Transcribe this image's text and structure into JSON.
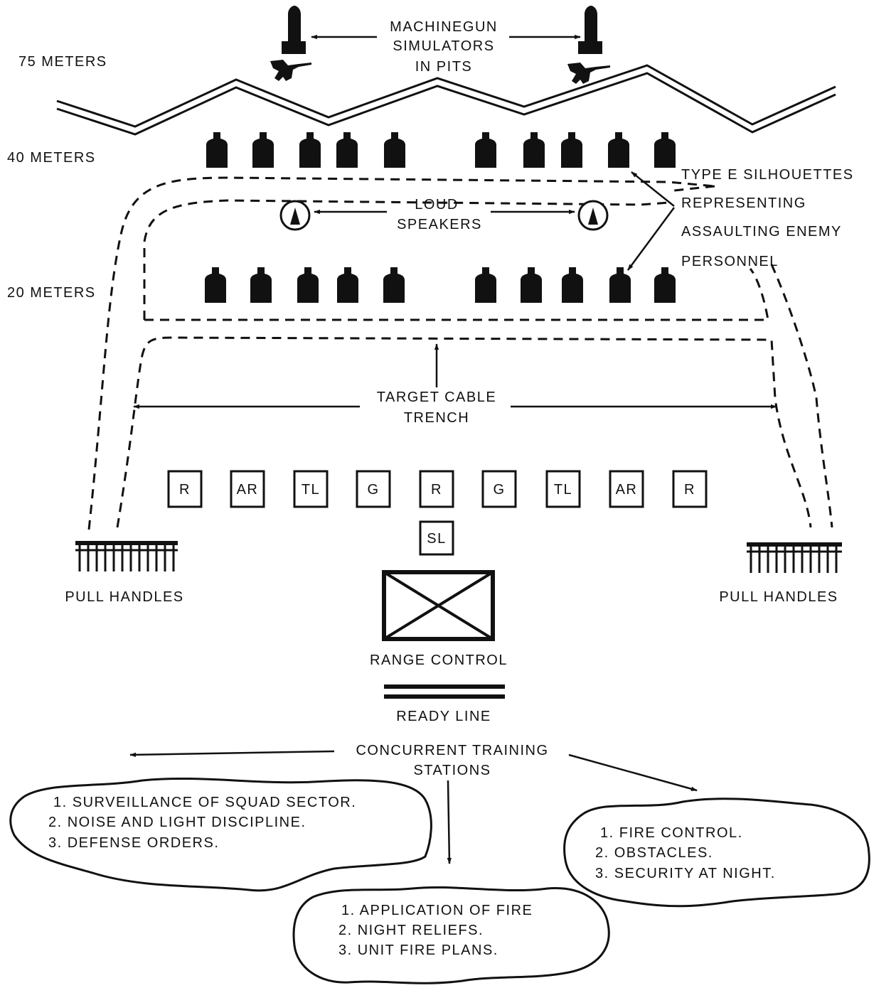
{
  "distances": {
    "d75": "75 METERS",
    "d40": "40 METERS",
    "d20": "20 METERS"
  },
  "machinegun": {
    "line1": "MACHINEGUN",
    "line2": "SIMULATORS",
    "line3": "IN PITS"
  },
  "silhouettes": {
    "line1": "TYPE E SILHOUETTES",
    "line2": "REPRESENTING",
    "line3": "ASSAULTING ENEMY",
    "line4": "PERSONNEL"
  },
  "speakers": {
    "line1": "LOUD",
    "line2": "SPEAKERS"
  },
  "cable": {
    "line1": "TARGET CABLE",
    "line2": "TRENCH"
  },
  "positions": [
    "R",
    "AR",
    "TL",
    "G",
    "R",
    "G",
    "TL",
    "AR",
    "R"
  ],
  "squad_leader": "SL",
  "pull_handles_left": "PULL HANDLES",
  "pull_handles_right": "PULL HANDLES",
  "range_control": "RANGE CONTROL",
  "ready_line": "READY LINE",
  "concurrent": {
    "line1": "CONCURRENT TRAINING",
    "line2": "STATIONS"
  },
  "stations": {
    "left": [
      "1. SURVEILLANCE OF SQUAD SECTOR.",
      "2. NOISE AND LIGHT DISCIPLINE.",
      "3. DEFENSE ORDERS."
    ],
    "center": [
      "1. APPLICATION OF FIRE",
      "2. NIGHT RELIEFS.",
      "3. UNIT FIRE PLANS."
    ],
    "right": [
      "1. FIRE CONTROL.",
      "2. OBSTACLES.",
      "3. SECURITY AT NIGHT."
    ]
  }
}
